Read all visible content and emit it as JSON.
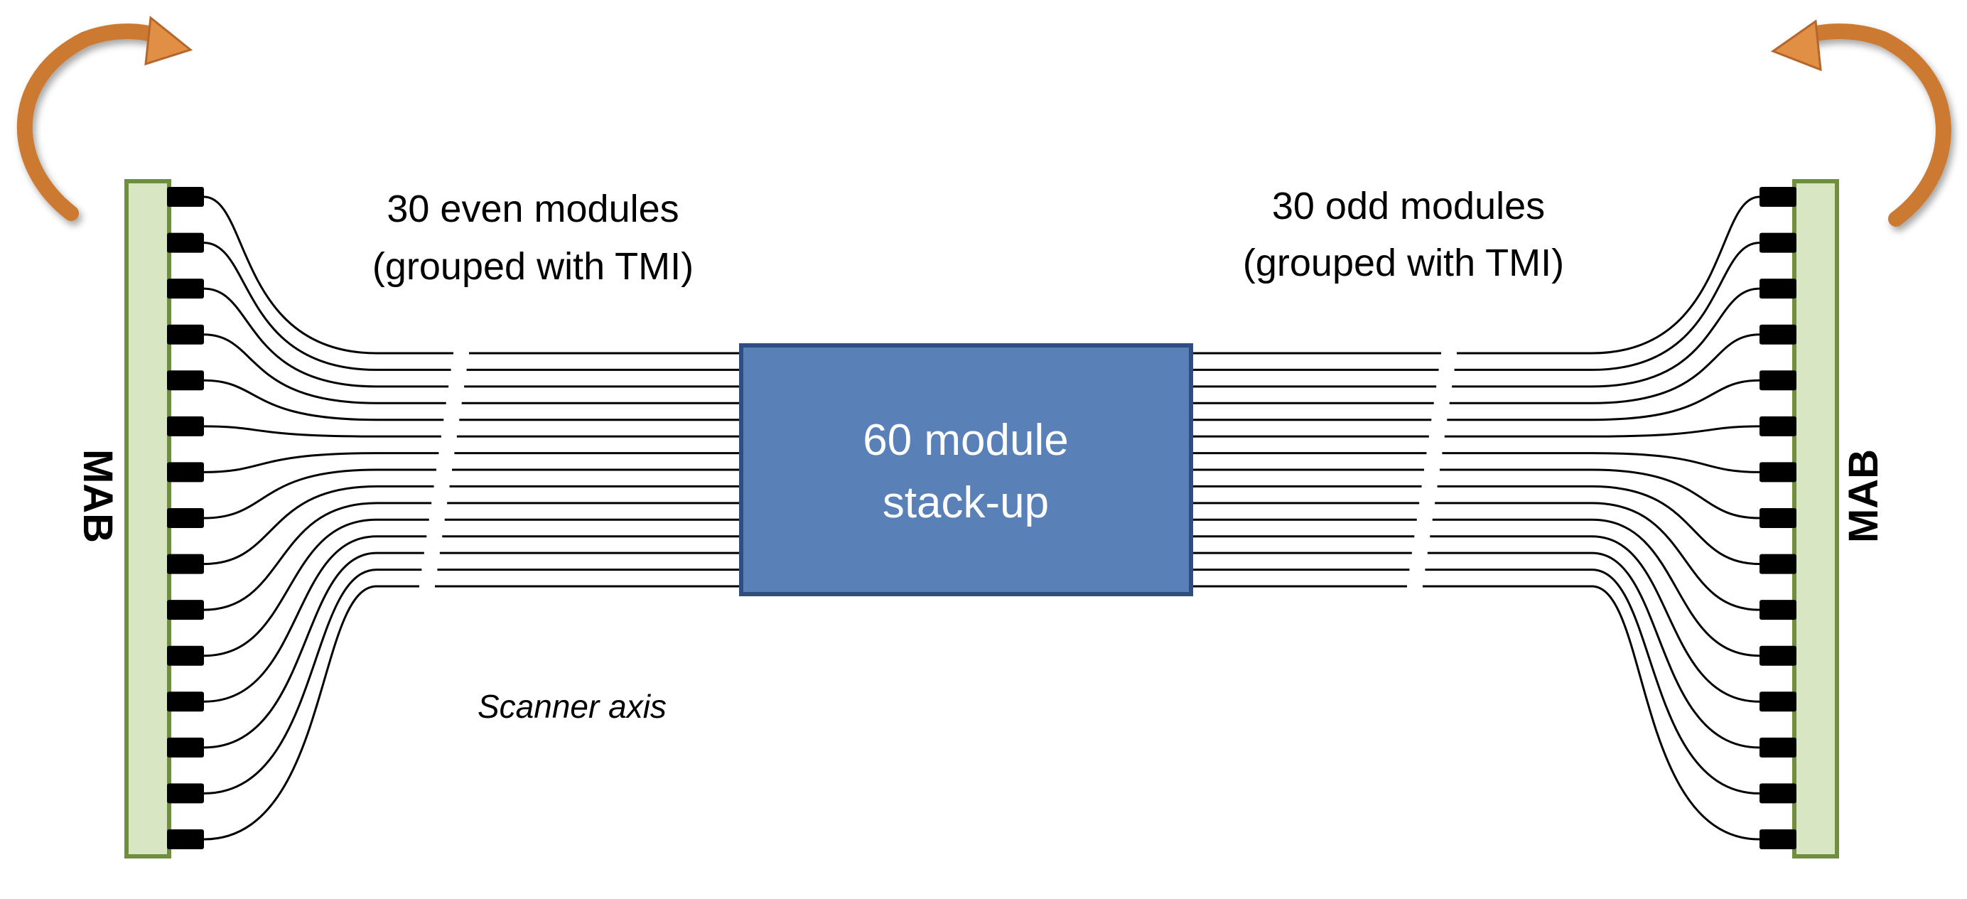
{
  "labels": {
    "left_group": [
      "30 even modules",
      "(grouped with TMI)"
    ],
    "right_group": [
      "30 odd modules",
      "(grouped with TMI)"
    ],
    "stack": [
      "60 module",
      "stack-up"
    ],
    "left_board": "MAB",
    "right_board": "MAB",
    "axis": "Scanner axis"
  },
  "connectors_per_board": 15,
  "colors": {
    "board_fill": "#d9e6c3",
    "board_border": "#6f8f3f",
    "connector": "#000000",
    "cable": "#000000",
    "stack_fill": "#5a80b8",
    "stack_border": "#2f4e7f",
    "stack_text": "#ffffff",
    "arrow": "#cc7a33"
  }
}
